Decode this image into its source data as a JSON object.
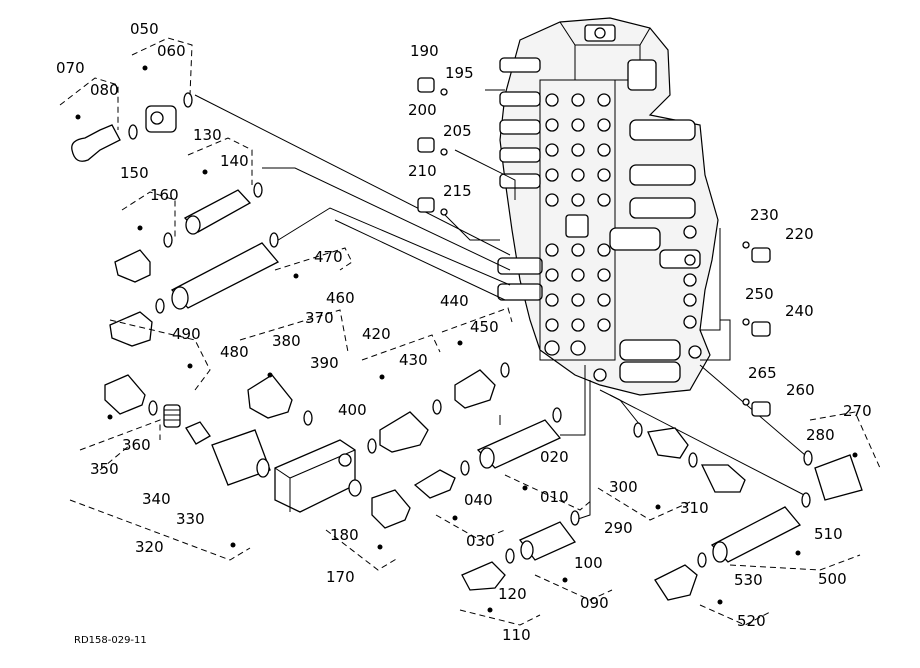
{
  "drawing_code": "RD158-029-11",
  "callouts": [
    "010",
    "020",
    "030",
    "040",
    "050",
    "060",
    "070",
    "080",
    "090",
    "100",
    "110",
    "120",
    "130",
    "140",
    "150",
    "160",
    "170",
    "180",
    "190",
    "195",
    "200",
    "205",
    "210",
    "215",
    "220",
    "230",
    "240",
    "250",
    "260",
    "265",
    "270",
    "280",
    "290",
    "300",
    "310",
    "320",
    "330",
    "340",
    "350",
    "360",
    "370",
    "380",
    "390",
    "400",
    "420",
    "430",
    "440",
    "450",
    "460",
    "470",
    "480",
    "490",
    "500",
    "510",
    "520",
    "530"
  ]
}
